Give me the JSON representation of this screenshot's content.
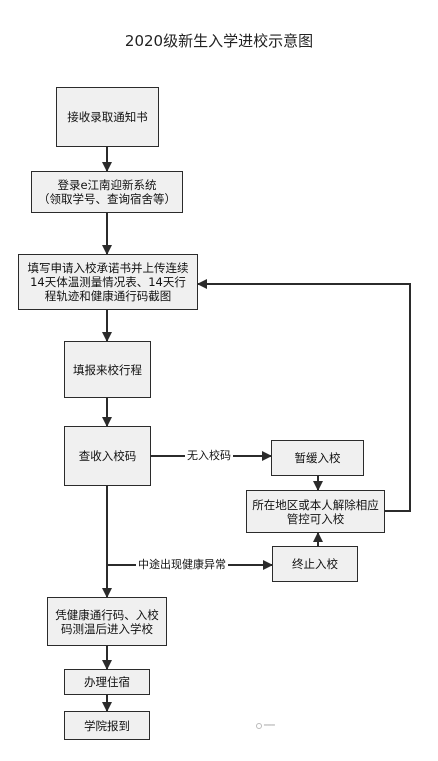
{
  "title": "2020级新生入学进校示意图",
  "nodes": {
    "receive_notice": "接收录取通知书",
    "login_system": "登录e江南迎新系统\n（领取学号、查询宿舍等）",
    "fill_commitment": "填写申请入校承诺书并上传连续\n14天体温测量情况表、14天行\n程轨迹和健康通行码截图",
    "fill_itinerary": "填报来校行程",
    "check_code": "查收入校码",
    "postpone": "暂缓入校",
    "lift_control": "所在地区或本人解除相应\n管控可入校",
    "terminate": "终止入校",
    "enter_school": "凭健康通行码、入校\n码测温后进入学校",
    "accommodation": "办理住宿",
    "college_report": "学院报到"
  },
  "edges": {
    "no_code": "无入校码",
    "health_abnormal": "中途出现健康异常"
  },
  "colors": {
    "box_fill": "#f0f0f0",
    "box_border": "#2b2b2b",
    "line": "#2b2b2b"
  }
}
